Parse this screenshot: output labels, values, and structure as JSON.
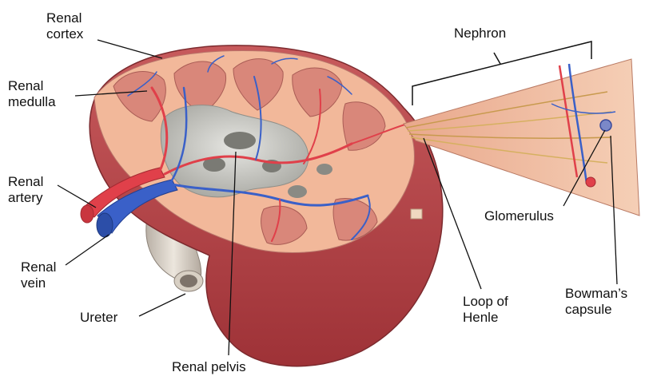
{
  "labels": {
    "renal_cortex": "Renal\ncortex",
    "renal_medulla": "Renal\nmedulla",
    "renal_artery": "Renal\nartery",
    "renal_vein": "Renal\nvein",
    "ureter": "Ureter",
    "renal_pelvis": "Renal pelvis",
    "nephron": "Nephron",
    "glomerulus": "Glomerulus",
    "loop_of_henle": "Loop of\nHenle",
    "bowmans_capsule": "Bowman’s\ncapsule"
  },
  "colors": {
    "kidney_outer": "#b8454a",
    "cortex": "#f2b89a",
    "pyramid": "#d9877a",
    "pelvis": "#cfcfcb",
    "artery": "#e0404a",
    "vein": "#3a60c8",
    "ureter": "#d9d2c8",
    "nephron_wedge": "#f1c2a5"
  }
}
